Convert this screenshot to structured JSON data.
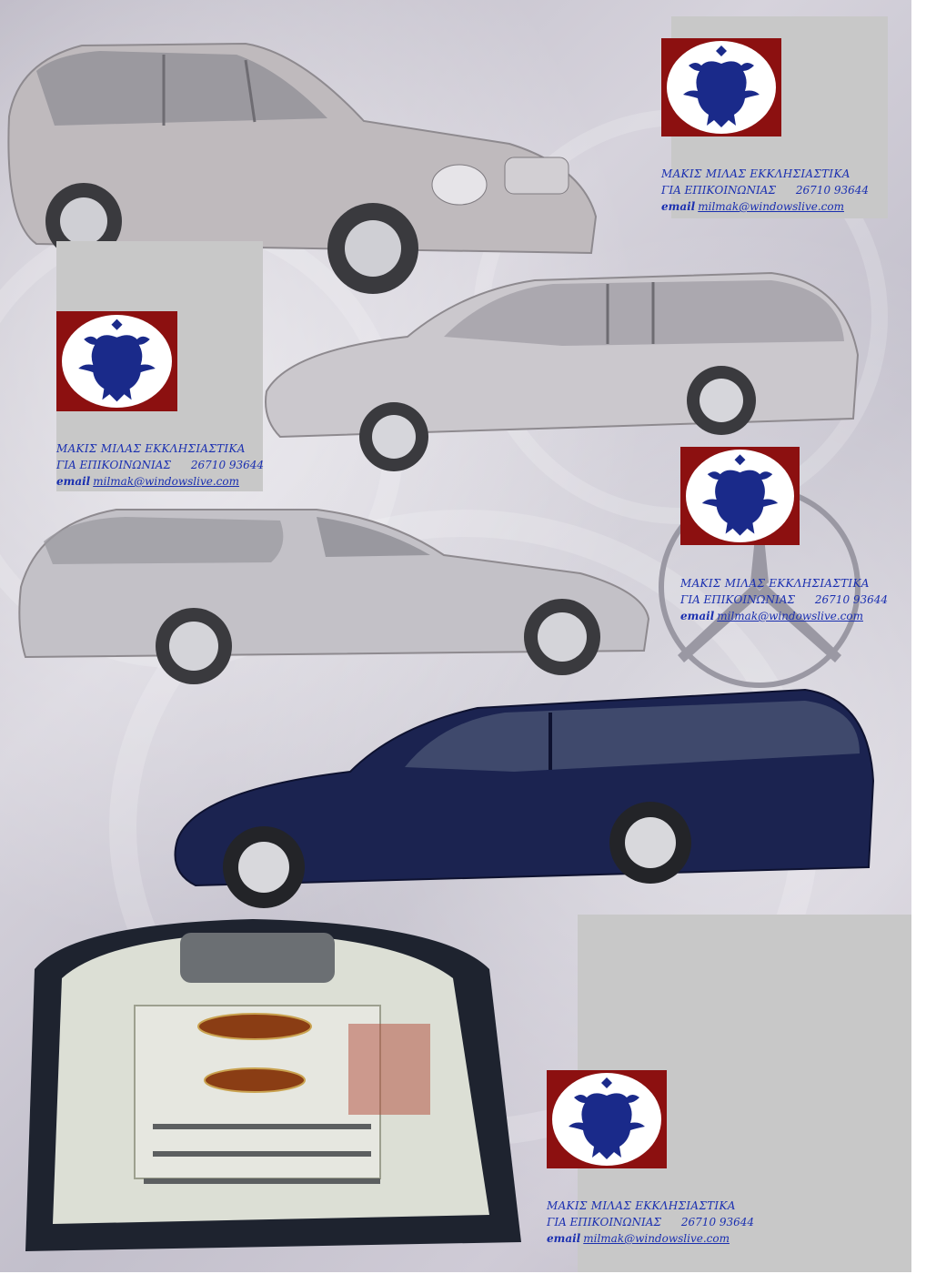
{
  "colors": {
    "badge_red": "#8c1010",
    "caption_blue": "#1a2fb0",
    "panel_gray": "#c8c8c8",
    "car_silver": "#bdbdbd",
    "car_navy": "#1b2350"
  },
  "contact_blocks": [
    {
      "title": "ΜΑΚΙΣ ΜΙΛΑΣ ΕΚΚΛΗΣΙΑΣΤΙΚΑ",
      "contact_label": "ΓΙΑ ΕΠΙΚΟΙΝΩΝΙΑΣ",
      "phone": "26710 93644",
      "email_label": "email",
      "email": "milmak@windowslive.com"
    },
    {
      "title": "ΜΑΚΙΣ ΜΙΛΑΣ ΕΚΚΛΗΣΙΑΣΤΙΚΑ",
      "contact_label": "ΓΙΑ ΕΠΙΚΟΙΝΩΝΙΑΣ",
      "phone": "26710 93644",
      "email_label": "email",
      "email": "milmak@windowslive.com"
    },
    {
      "title": "ΜΑΚΙΣ ΜΙΛΑΣ ΕΚΚΛΗΣΙΑΣΤΙΚΑ",
      "contact_label": "ΓΙΑ ΕΠΙΚΟΙΝΩΝΙΑΣ",
      "phone": "26710 93644",
      "email_label": "email",
      "email": "milmak@windowslive.com"
    },
    {
      "title": "ΜΑΚΙΣ ΜΙΛΑΣ ΕΚΚΛΗΣΙΑΣΤΙΚΑ",
      "contact_label": "ΓΙΑ ΕΠΙΚΟΙΝΩΝΙΑΣ",
      "phone": "26710 93644",
      "email_label": "email",
      "email": "milmak@windowslive.com"
    }
  ],
  "icons": {
    "badge": "double-headed-eagle-icon",
    "background_logo": "three-pointed-star-logo"
  }
}
